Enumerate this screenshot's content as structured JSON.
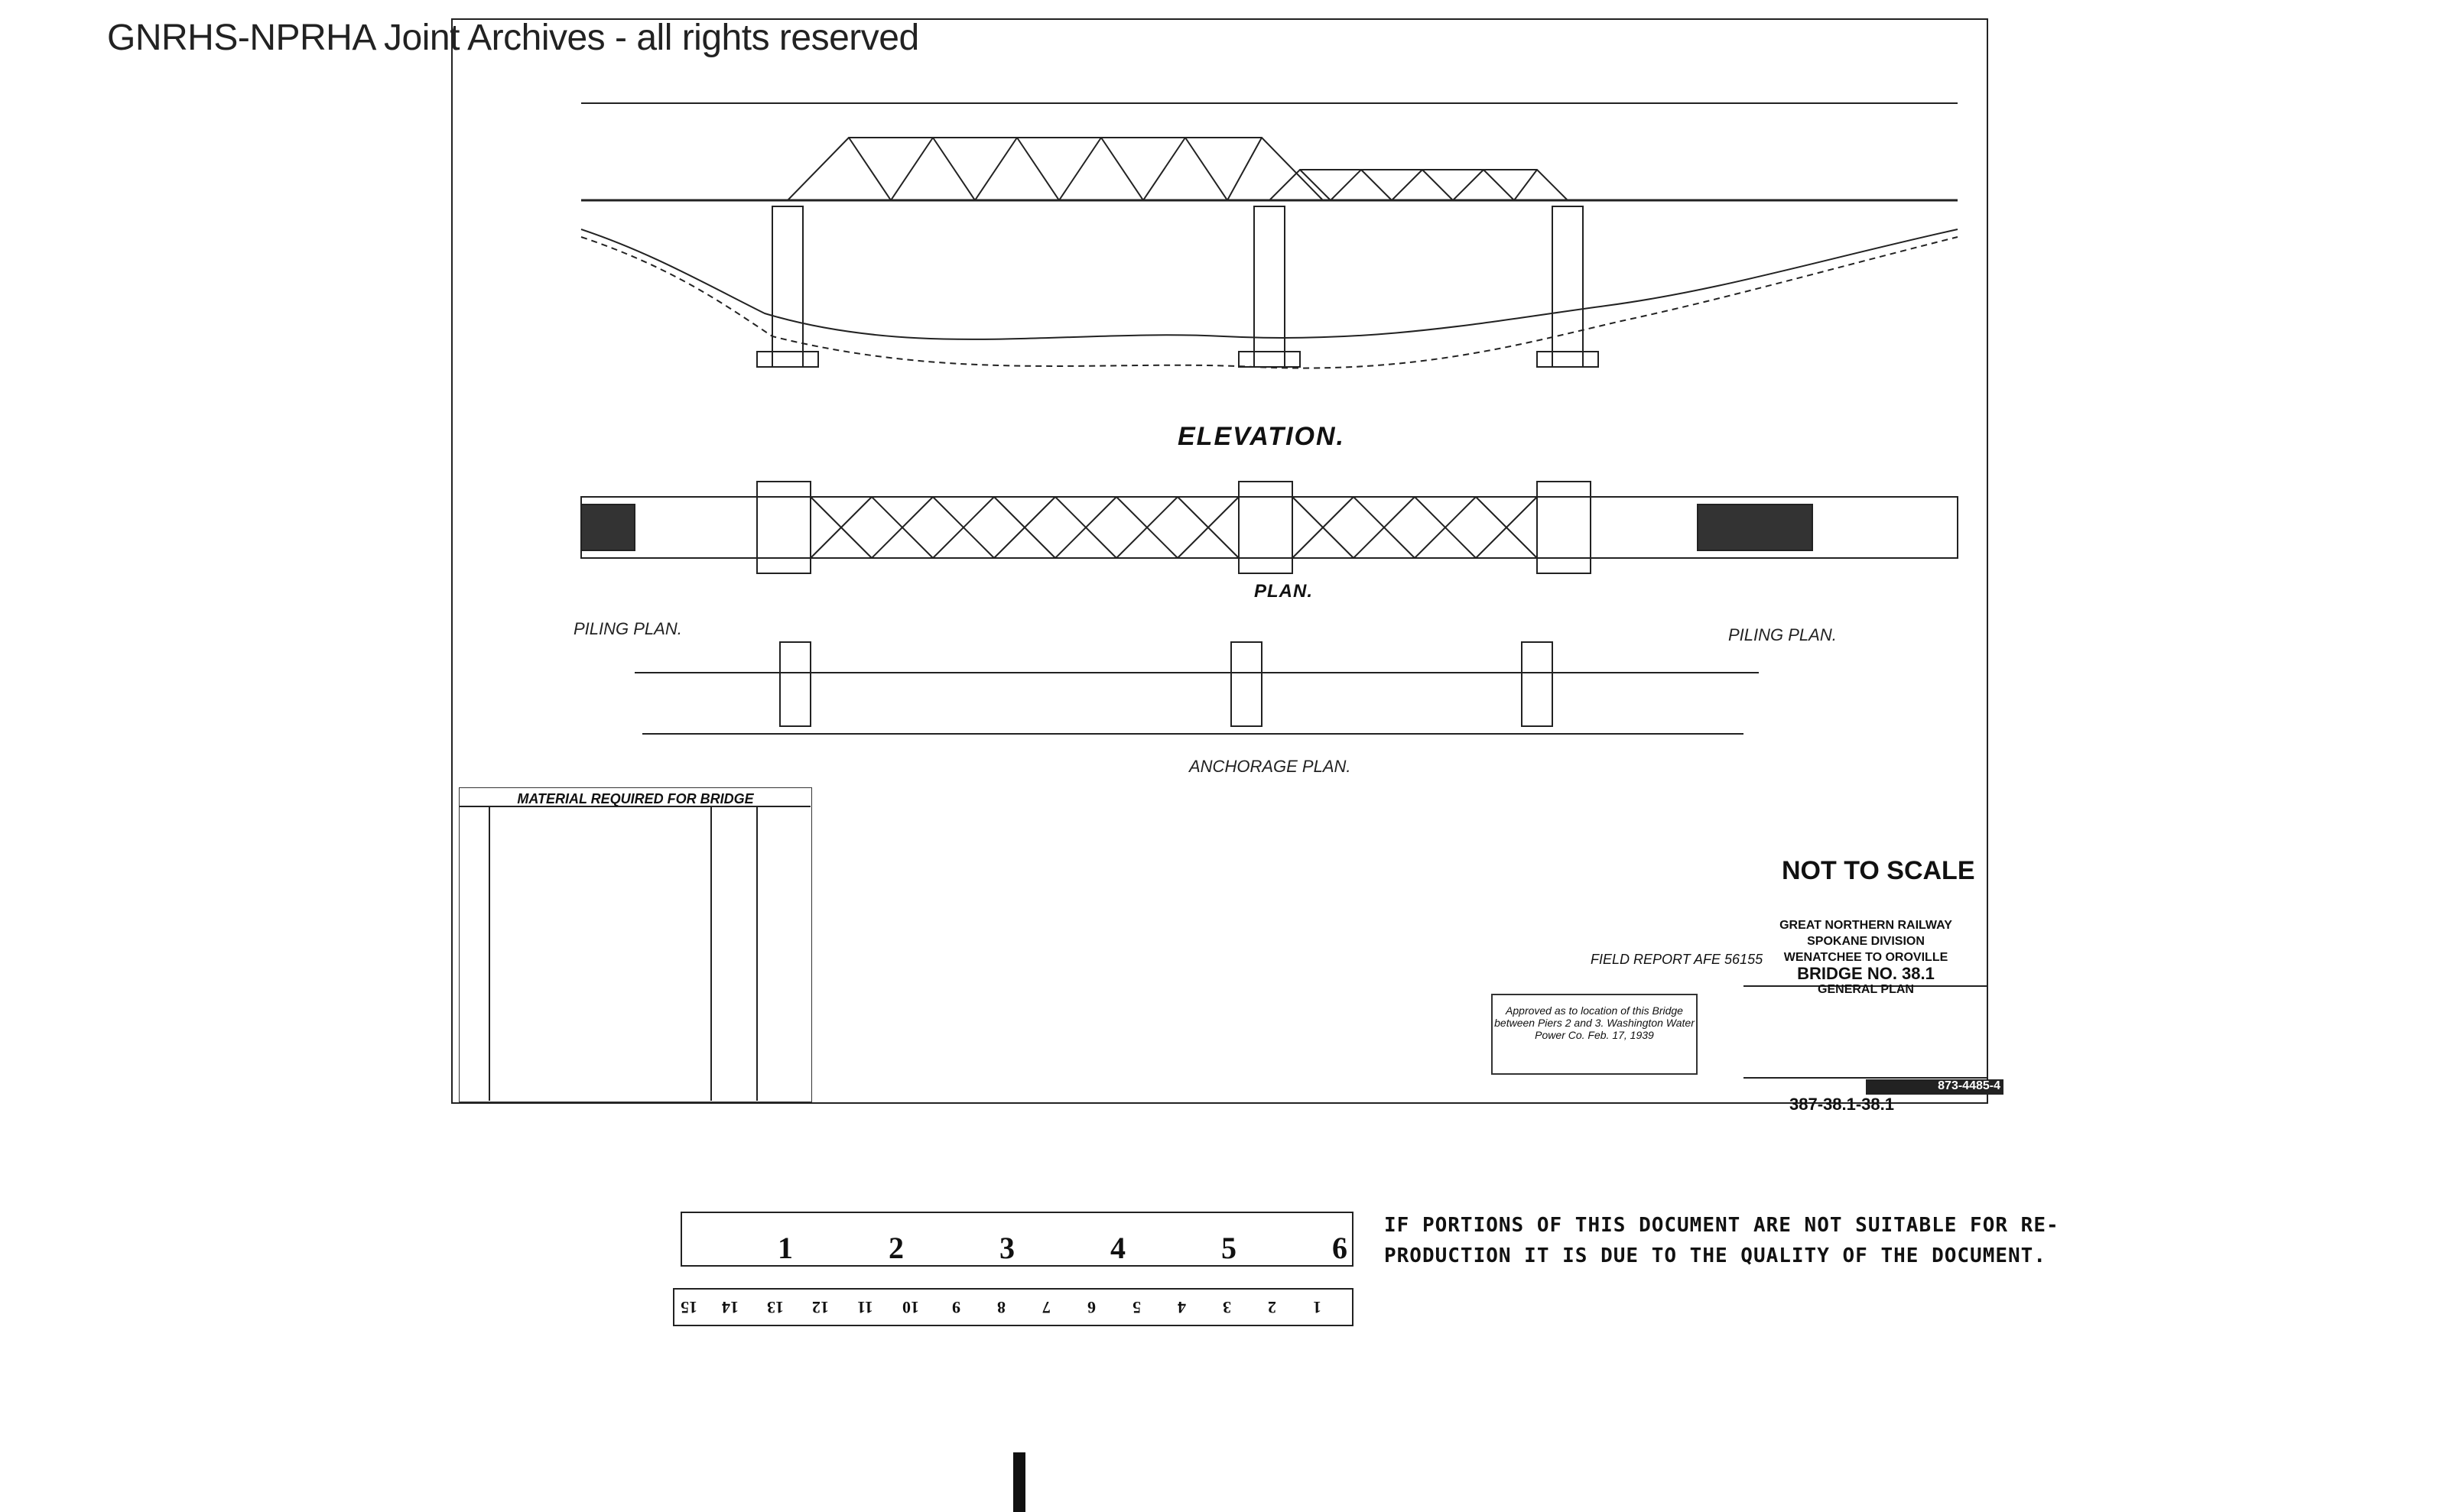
{
  "watermark": "GNRHS-NPRHA Joint Archives - all rights reserved",
  "drawing": {
    "elevation_label": "ELEVATION.",
    "plan_label": "PLAN.",
    "piling_plan_left": "PILING PLAN.",
    "piling_plan_right": "PILING PLAN.",
    "anchorage_plan_label": "ANCHORAGE PLAN.",
    "material_title": "MATERIAL REQUIRED FOR BRIDGE",
    "field_report": "FIELD REPORT AFE 56155",
    "approved_text": "Approved as to location of this Bridge between Piers 2 and 3. Washington Water Power Co. Feb. 17, 1939",
    "not_to_scale": "NOT TO SCALE"
  },
  "title_block": {
    "railway": "GREAT NORTHERN RAILWAY",
    "division": "SPOKANE DIVISION",
    "line": "WENATCHEE TO OROVILLE",
    "bridge": "BRIDGE NO. 38.1",
    "plan": "GENERAL PLAN",
    "drawing_no": "873-4485-4",
    "ref": "387-38.1-38.1"
  },
  "ruler": {
    "top_numbers": [
      "1",
      "2",
      "3",
      "4",
      "5",
      "6"
    ],
    "bottom_numbers": [
      "1",
      "2",
      "3",
      "4",
      "5",
      "6",
      "7",
      "8",
      "9",
      "10",
      "11",
      "12",
      "13",
      "14",
      "15"
    ]
  },
  "notice": {
    "line1": "IF PORTIONS OF THIS DOCUMENT ARE NOT SUITABLE FOR RE-",
    "line2": "PRODUCTION IT IS DUE TO THE QUALITY OF THE DOCUMENT."
  }
}
